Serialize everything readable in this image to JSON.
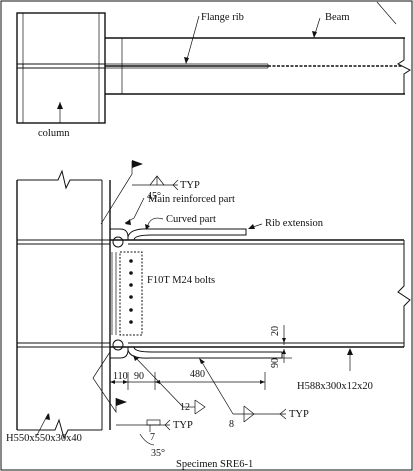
{
  "labels": {
    "flange_rib": "Flange rib",
    "beam": "Beam",
    "column": "column",
    "weld_angle_top": "45°",
    "typ": "TYP",
    "main_reinforced_part": "Main reinforced part",
    "curved_part": "Curved part",
    "rib_extension": "Rib extension",
    "bolts": "F10T M24 bolts",
    "dim_110": "110",
    "dim_90_h": "90",
    "dim_480": "480",
    "dim_20": "20",
    "dim_90_v": "90",
    "weld_12": "12",
    "weld_8": "8",
    "beam_section": "H588x300x12x20",
    "column_section": "H550x550x30x40",
    "weld_angle_bottom": "35°",
    "weld_7": "7",
    "specimen": "Specimen SRE6-1"
  }
}
